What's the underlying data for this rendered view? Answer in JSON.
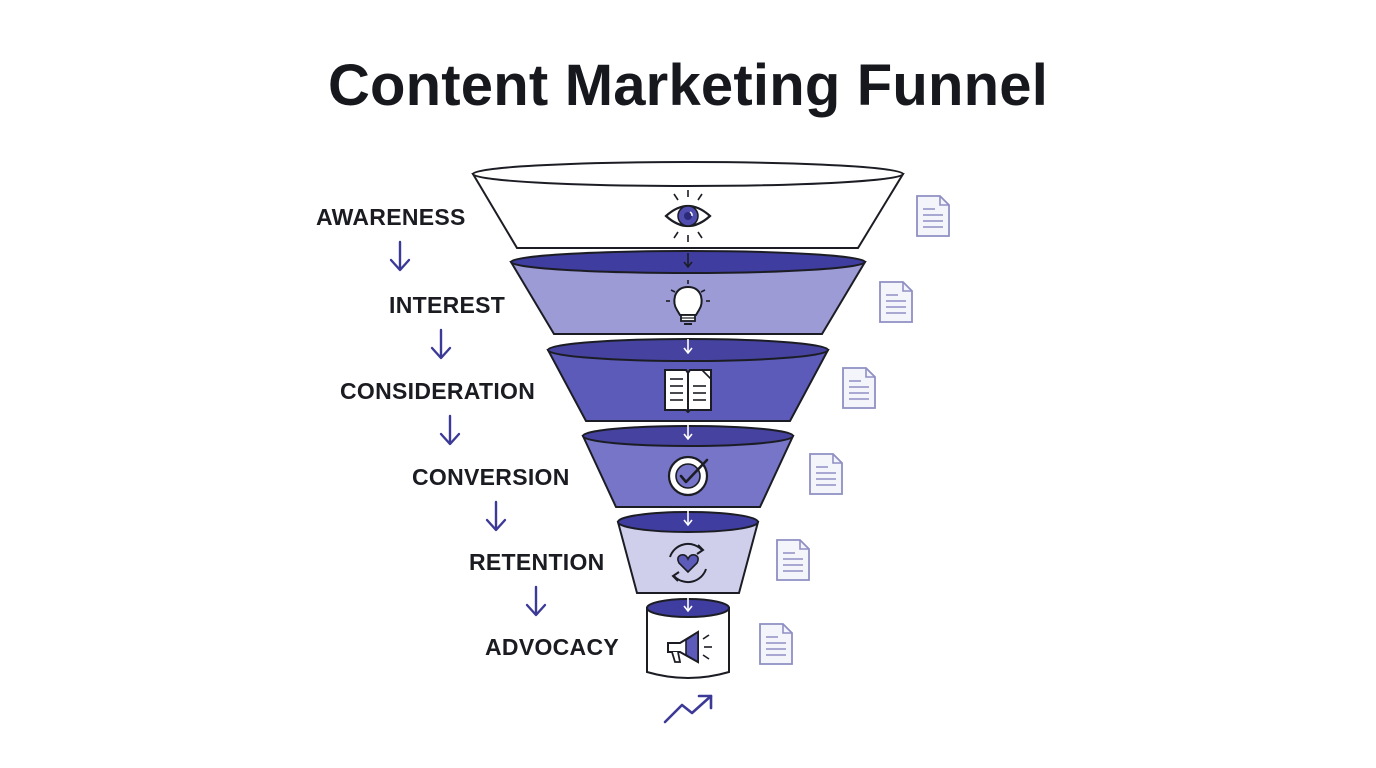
{
  "title": "Content Marketing Funnel",
  "colors": {
    "accent": "#3c3a97",
    "top_fill": "#ffffff",
    "interest_fill": "#9c9bd6",
    "consideration_fill": "#5c5bba",
    "conversion_fill": "#7675c8",
    "retention_fill": "#cfcfec",
    "advocacy_fill": "#ffffff",
    "doc_icon": "#8f8fc4",
    "text": "#1a1c22"
  },
  "stages": [
    {
      "label": "AWARENESS",
      "icon": "eye-icon"
    },
    {
      "label": "INTEREST",
      "icon": "lightbulb-icon"
    },
    {
      "label": "CONSIDERATION",
      "icon": "book-icon"
    },
    {
      "label": "CONVERSION",
      "icon": "check-target-icon"
    },
    {
      "label": "RETENTION",
      "icon": "heart-cycle-icon"
    },
    {
      "label": "ADVOCACY",
      "icon": "megaphone-icon"
    }
  ],
  "side_icon": "document-icon",
  "bottom_icon": "trending-up-icon"
}
